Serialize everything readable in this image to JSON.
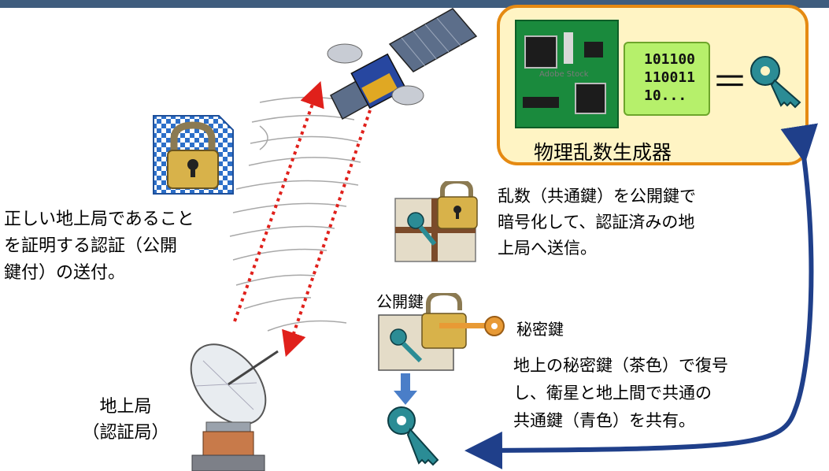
{
  "callout": {
    "binary_lines": [
      "101100",
      "110011",
      "10..."
    ],
    "equals": "＝",
    "label": "物理乱数生成器",
    "watermark": "Adobe Stock"
  },
  "left_text": {
    "line1": "正しい地上局であること",
    "line2": "を証明する認証（公開",
    "line3": "鍵付）の送付。"
  },
  "ground_station": {
    "line1": "地上局",
    "line2": "（認証局）"
  },
  "middle_text": {
    "line1": "乱数（共通鍵）を公開鍵で",
    "line2": "暗号化して、認証済みの地",
    "line3": "上局へ送信。"
  },
  "public_key_label": "公開鍵",
  "secret_key_label": "秘密鍵",
  "bottom_text": {
    "line1": "地上の秘密鍵（茶色）で復号",
    "line2": "し、衛星と地上間で共通の",
    "line3": "共通鍵（青色）を共有。"
  },
  "colors": {
    "top_bar": "#3f5d7e",
    "callout_border": "#e58a12",
    "callout_fill": "#fff4c4",
    "link_arrow": "#e0201b",
    "return_arrow": "#1f3f8a",
    "decrypt_arrow": "#4a7ec8",
    "shared_key": "#2b8c95",
    "secret_key": "#e89a35"
  },
  "icons": [
    "satellite-icon",
    "padlock-icon",
    "key-icon",
    "dish-antenna-icon",
    "circuit-board-icon",
    "scroll-icon"
  ]
}
